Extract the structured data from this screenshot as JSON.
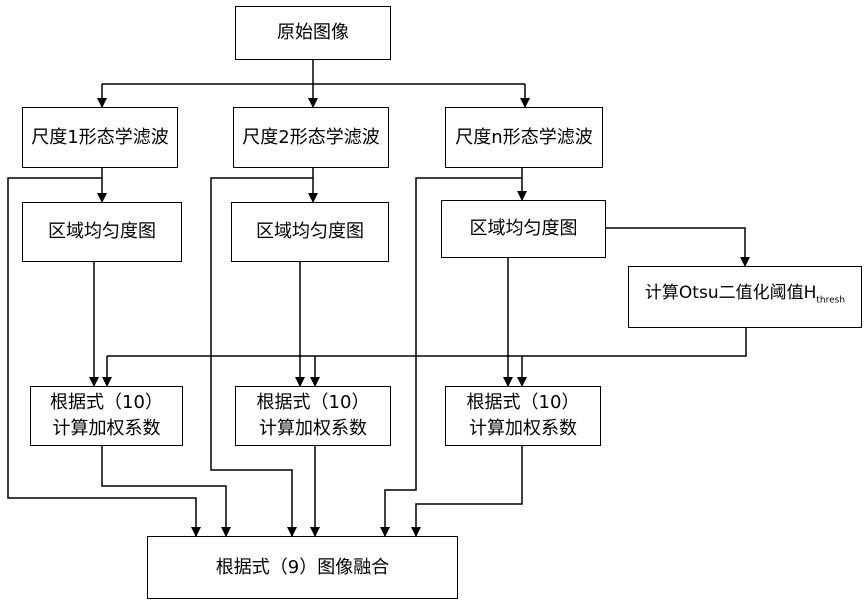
{
  "nodes": {
    "source": "原始图像",
    "filter_1": "尺度1形态学滤波",
    "filter_2": "尺度2形态学滤波",
    "filter_n": "尺度n形态学滤波",
    "uniformity_1": "区域均匀度图",
    "uniformity_2": "区域均匀度图",
    "uniformity_n": "区域均匀度图",
    "otsu_prefix": "计算Otsu二值化阈值H",
    "otsu_subscript": "thresh",
    "weights_1_line1": "根据式（10）",
    "weights_1_line2": "计算加权系数",
    "weights_2_line1": "根据式（10）",
    "weights_2_line2": "计算加权系数",
    "weights_n_line1": "根据式（10）",
    "weights_n_line2": "计算加权系数",
    "fusion": "根据式（9）图像融合"
  }
}
